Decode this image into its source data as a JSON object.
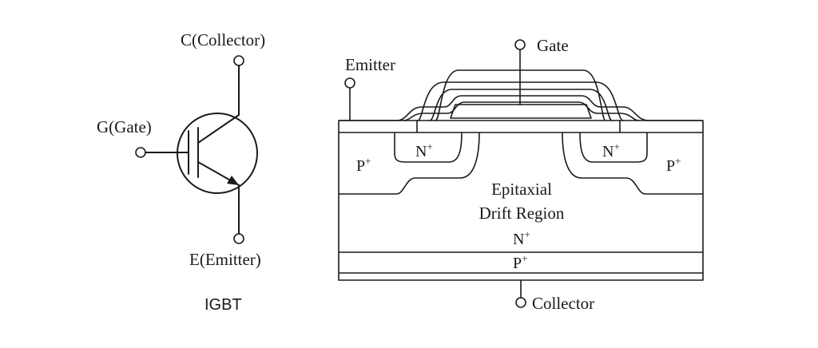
{
  "symbol": {
    "collector_label": "C(Collector)",
    "gate_label": "G(Gate)",
    "emitter_label": "E(Emitter)",
    "caption": "IGBT"
  },
  "cross_section": {
    "gate_label": "Gate",
    "emitter_label": "Emitter",
    "collector_label": "Collector",
    "left_n_well": {
      "base": "N",
      "sup": "+"
    },
    "right_n_well": {
      "base": "N",
      "sup": "+"
    },
    "left_p_region": {
      "base": "P",
      "sup": "+"
    },
    "right_p_region": {
      "base": "P",
      "sup": "+"
    },
    "drift_label_line1": "Epitaxial",
    "drift_label_line2": "Drift Region",
    "n_buffer": {
      "base": "N",
      "sup": "+"
    },
    "p_substrate": {
      "base": "P",
      "sup": "+"
    }
  }
}
